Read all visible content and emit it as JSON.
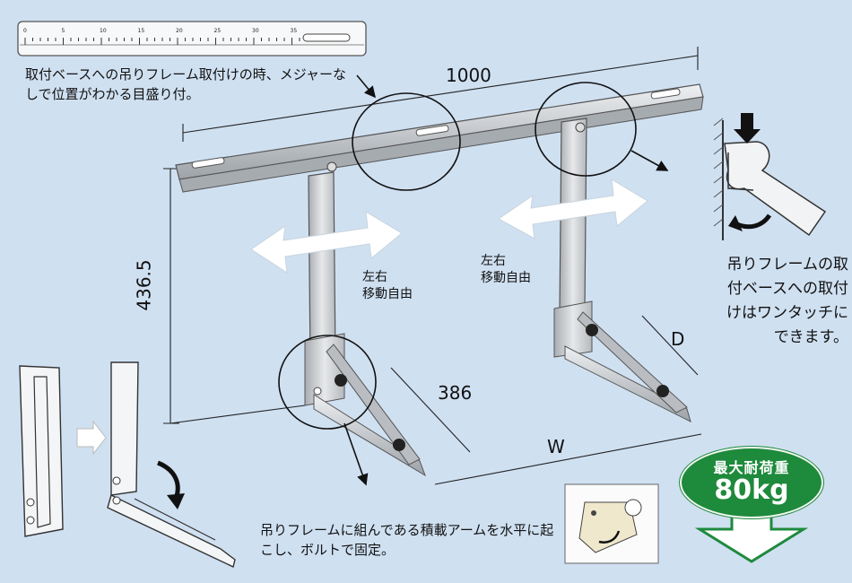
{
  "annotations": {
    "scale_note": "取付ベースへの吊りフレーム取付けの時、メジャーなしで位置がわかる目盛り付。",
    "move_left": "左右\n移動自由",
    "move_right": "左右\n移動自由",
    "hanging_note": "吊りフレームの取付ベースへの取付けはワンタッチにできます。",
    "fix_note": "吊りフレームに組んである積載アームを水平に起こし、ボルトで固定。"
  },
  "dimensions": {
    "width_top": "1000",
    "height": "436.5",
    "arm": "386",
    "depth": "D",
    "span": "W"
  },
  "scale_ticks": [
    "0",
    "5",
    "10",
    "15",
    "20",
    "25",
    "30",
    "35"
  ],
  "badge": {
    "title": "最大耐荷重",
    "value": "80kg"
  },
  "colors": {
    "background": "#cfe0f1",
    "badge_green": "#1e8a3c",
    "steel": "#c9ccd0"
  }
}
